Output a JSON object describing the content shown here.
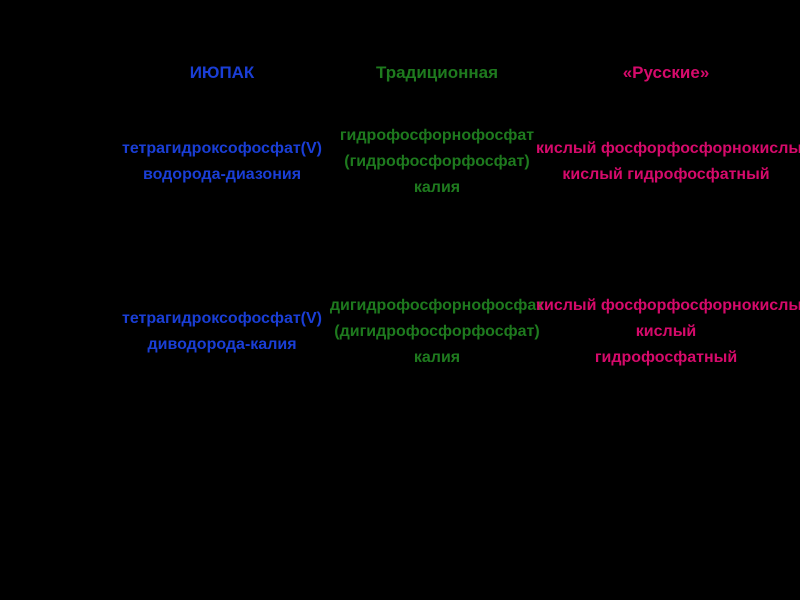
{
  "colors": {
    "background": "#000000",
    "iupac": "#1a3ed6",
    "traditional": "#1e7a1e",
    "russian": "#d60a6b"
  },
  "headers": {
    "iupac": "ИЮПАК",
    "traditional": "Традиционная",
    "russian": "«Русские»"
  },
  "rows": [
    {
      "iupac": [
        "тетрагидроксофосфат(V)",
        "водорода-диазония"
      ],
      "traditional": [
        "гидрофосфорнофосфат",
        "(гидрофосфорфосфат)",
        "калия"
      ],
      "russian": [
        "кислый фосфорфосфорнокислый",
        "кислый гидрофосфатный"
      ]
    },
    {
      "iupac": [
        "тетрагидроксофосфат(V)",
        "диводорода-калия"
      ],
      "traditional": [
        "дигидрофосфорнофосфат",
        "(дигидрофосфорфосфат)",
        "калия"
      ],
      "russian": [
        "кислый фосфорфосфорнокислый",
        "кислый",
        "гидрофосфатный"
      ]
    }
  ]
}
